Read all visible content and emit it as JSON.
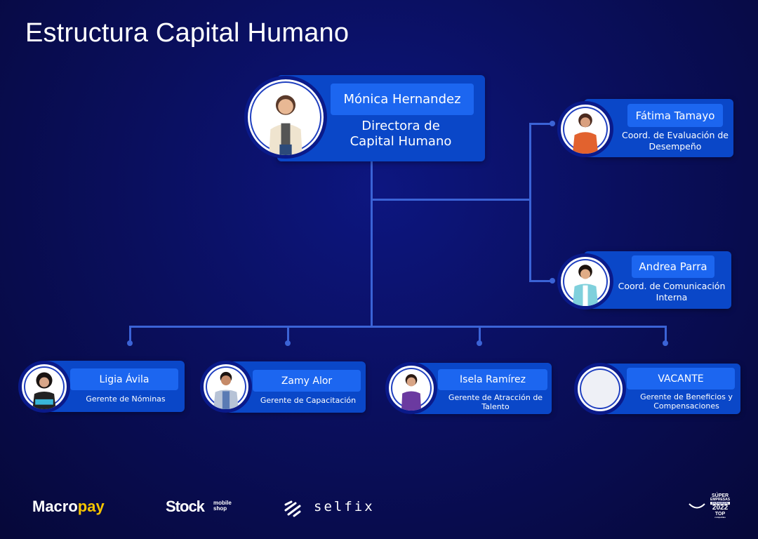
{
  "title": "Estructura Capital Humano",
  "director": {
    "name": "Mónica Hernandez",
    "role": "Directora de Capital Humano"
  },
  "coordinators": [
    {
      "name": "Fátima Tamayo",
      "role": "Coord. de Evaluación de Desempeño"
    },
    {
      "name": "Andrea Parra",
      "role": "Coord. de Comunicación Interna"
    }
  ],
  "managers": [
    {
      "name": "Ligia Ávila",
      "role": "Gerente de Nóminas"
    },
    {
      "name": "Zamy Alor",
      "role": "Gerente de Capacitación"
    },
    {
      "name": "Isela Ramírez",
      "role": "Gerente de Atracción de Talento"
    },
    {
      "name": "VACANTE",
      "role": "Gerente de Beneficios y Compensaciones"
    }
  ],
  "footer": {
    "logo1_a": "Macro",
    "logo1_b": "pay",
    "logo2": "Stock",
    "logo2_sup": "mobile",
    "logo2_sub": "shop",
    "logo3": "selfix",
    "badge_lines": [
      "SÚPER",
      "EMPRESAS",
      "EXPANSIÓN",
      "2022",
      "TOP",
      "compañías"
    ]
  },
  "colors": {
    "card": "#0a47c8",
    "namebox": "#1c66f0",
    "connector": "#3b63d6",
    "accent_yellow": "#f5c400"
  }
}
